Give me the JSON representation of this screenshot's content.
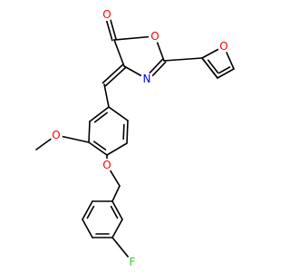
{
  "molecule": {
    "colors": {
      "bond": "#000000",
      "O": "#ff0000",
      "N": "#0000ff",
      "F": "#33cc33"
    },
    "atoms": {
      "carbonyl_o": {
        "label": "O"
      },
      "oxazolone_o": {
        "label": "O"
      },
      "oxazolone_n": {
        "label": "N"
      },
      "furan_o": {
        "label": "O"
      },
      "methoxy_o": {
        "label": "O"
      },
      "ether_o": {
        "label": "O"
      },
      "fluorine": {
        "label": "F"
      }
    }
  }
}
